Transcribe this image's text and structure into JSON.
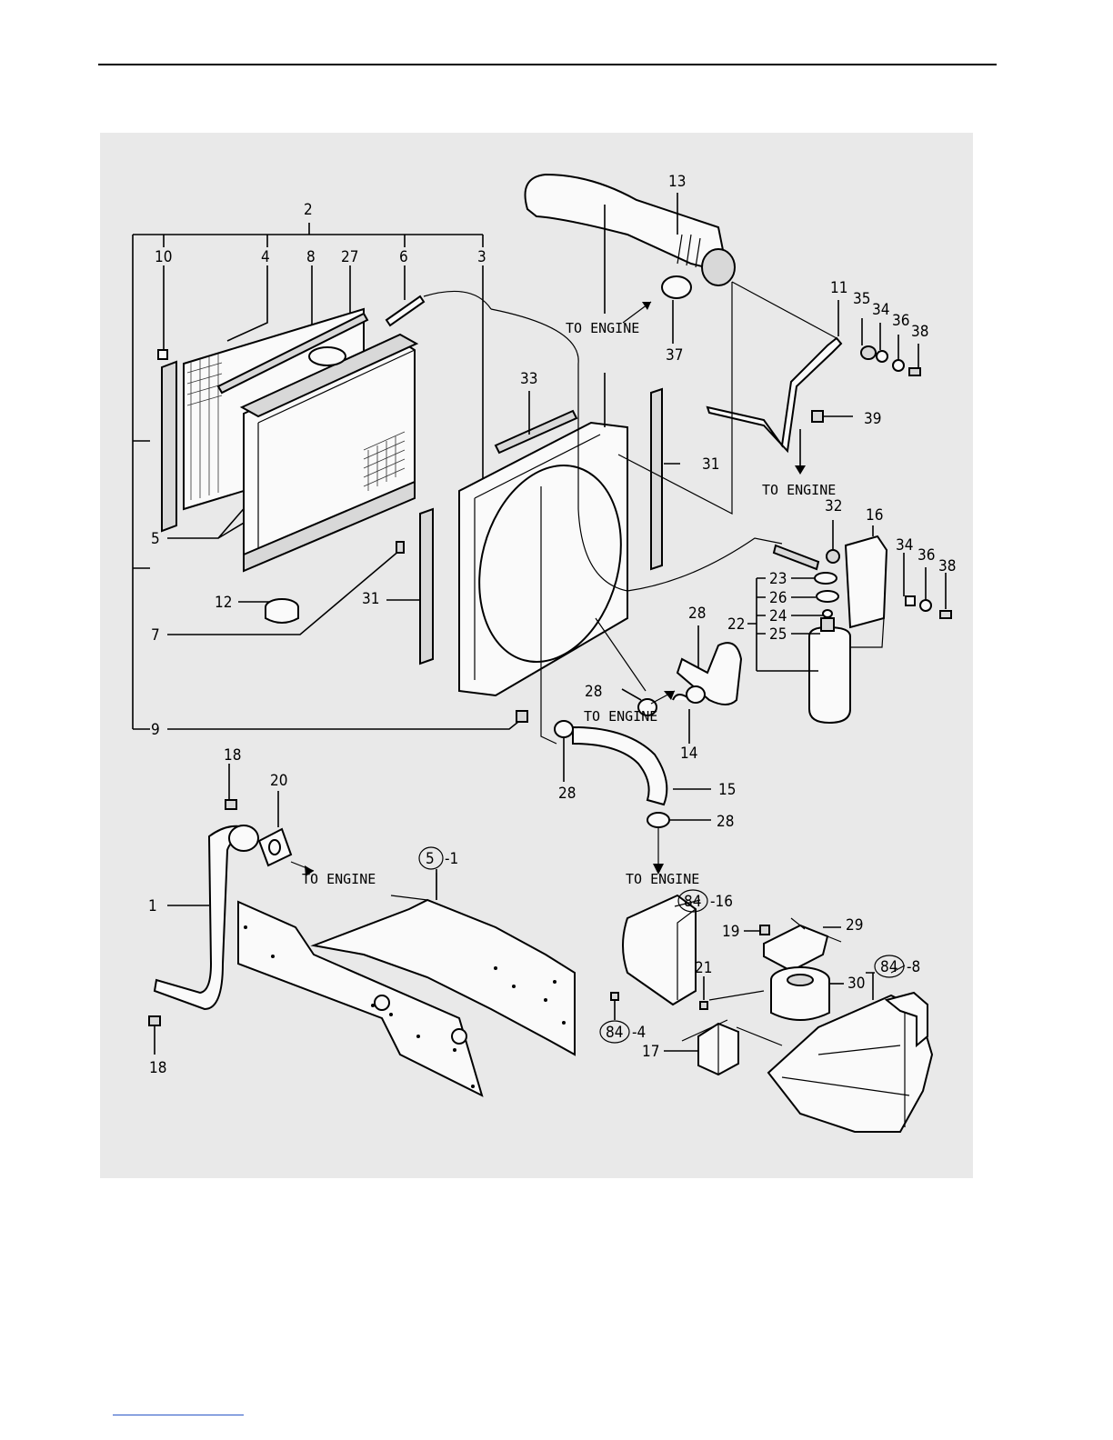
{
  "labels": {
    "l1": "1",
    "l2": "2",
    "l3": "3",
    "l4": "4",
    "l5": "5",
    "l6": "6",
    "l7": "7",
    "l8": "8",
    "l9": "9",
    "l10": "10",
    "l11": "11",
    "l12": "12",
    "l13": "13",
    "l14": "14",
    "l15": "15",
    "l16": "16",
    "l17": "17",
    "l18a": "18",
    "l18b": "18",
    "l19": "19",
    "l20": "20",
    "l21": "21",
    "l22": "22",
    "l23": "23",
    "l24": "24",
    "l25": "25",
    "l26": "26",
    "l27": "27",
    "l28a": "28",
    "l28b": "28",
    "l28c": "28",
    "l28d": "28",
    "l29": "29",
    "l30": "30",
    "l31a": "31",
    "l31b": "31",
    "l32": "32",
    "l33": "33",
    "l34a": "34",
    "l34b": "34",
    "l35": "35",
    "l36a": "36",
    "l36b": "36",
    "l37": "37",
    "l38a": "38",
    "l38b": "38",
    "l39": "39"
  },
  "notes": {
    "engine1": "TO ENGINE",
    "engine2": "TO ENGINE",
    "engine3": "TO ENGINE",
    "engine4": "TO ENGINE",
    "engine5": "TO ENGINE"
  },
  "refs": {
    "r5": "5",
    "r5s": "-1",
    "r84a": "84",
    "r84as": "-16",
    "r84b": "84",
    "r84bs": "-8",
    "r84c": "84",
    "r84cs": "-4"
  }
}
